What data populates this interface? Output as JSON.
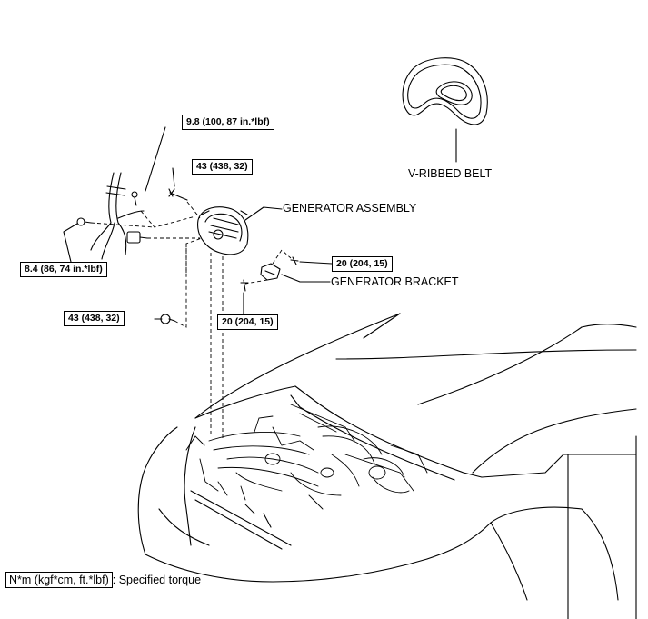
{
  "labels": {
    "v_ribbed_belt": "V-RIBBED BELT",
    "generator_assembly": "GENERATOR ASSEMBLY",
    "generator_bracket": "GENERATOR BRACKET"
  },
  "torques": {
    "t_9_8": "9.8 (100, 87 in.*lbf)",
    "t_43_top": "43 (438, 32)",
    "t_8_4": "8.4 (86, 74 in.*lbf)",
    "t_43_lower": "43 (438, 32)",
    "t_20_right": "20 (204, 15)",
    "t_20_lower": "20 (204, 15)"
  },
  "legend": {
    "unit": "N*m (kgf*cm, ft.*lbf)",
    "text": ": Specified torque"
  }
}
